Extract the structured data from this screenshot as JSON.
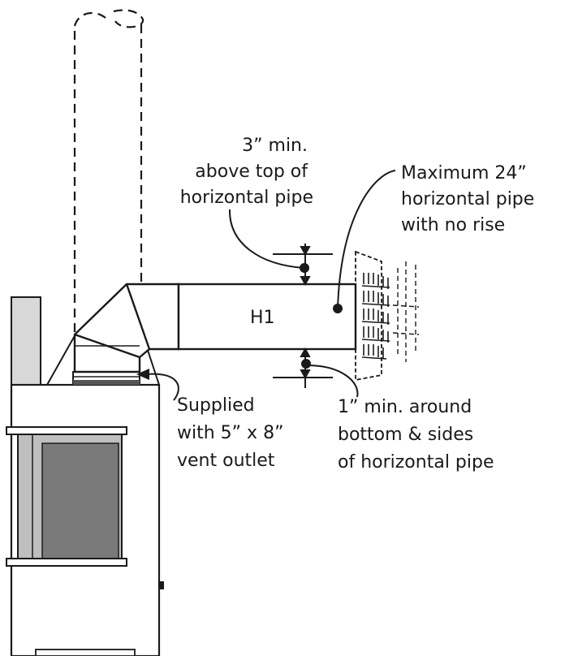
{
  "labels": {
    "clearance_top": {
      "lines": [
        "3” min.",
        "above top of",
        "horizontal pipe"
      ]
    },
    "max_horizontal": {
      "lines": [
        "Maximum 24”",
        "horizontal pipe",
        "with no rise"
      ]
    },
    "pipe_id": "H1",
    "supplied": {
      "lines": [
        "Supplied",
        "with 5” x 8”",
        "vent outlet"
      ]
    },
    "clearance_bottom": {
      "lines": [
        "1” min. around",
        "bottom & sides",
        "of horizontal pipe"
      ]
    }
  },
  "colors": {
    "line": "#1a1a1a",
    "glass": "#7a7a7a",
    "stove_side": "#d8d8d8",
    "background": "#ffffff"
  }
}
